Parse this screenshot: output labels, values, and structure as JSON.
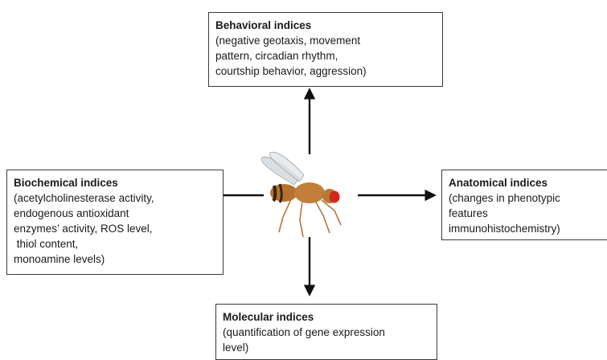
{
  "center": {
    "icon": "fruit-fly-icon"
  },
  "boxes": {
    "behavioral": {
      "title": "Behavioral indices",
      "lines": [
        "(negative geotaxis, movement",
        "pattern, circadian rhythm,",
        "courtship behavior, aggression)"
      ]
    },
    "biochemical": {
      "title": "Biochemical indices",
      "lines": [
        "(acetylcholinesterase activity,",
        "endogenous antioxidant",
        "enzymes’ activity, ROS level,",
        " thiol content,",
        "monoamine levels)"
      ]
    },
    "anatomical": {
      "title": "Anatomical indices",
      "lines": [
        "(changes in phenotypic",
        "features",
        "immunohistochemistry)"
      ]
    },
    "molecular": {
      "title": "Molecular indices",
      "lines": [
        "(quantification of gene expression",
        "level)"
      ]
    }
  },
  "colors": {
    "arrow": "#111111",
    "box_border": "#3a3a3a",
    "fly_body": "#b5722f",
    "fly_abdomen_band": "#3a2410",
    "fly_eye": "#d4261c",
    "fly_wing": "#cfd4d8"
  }
}
